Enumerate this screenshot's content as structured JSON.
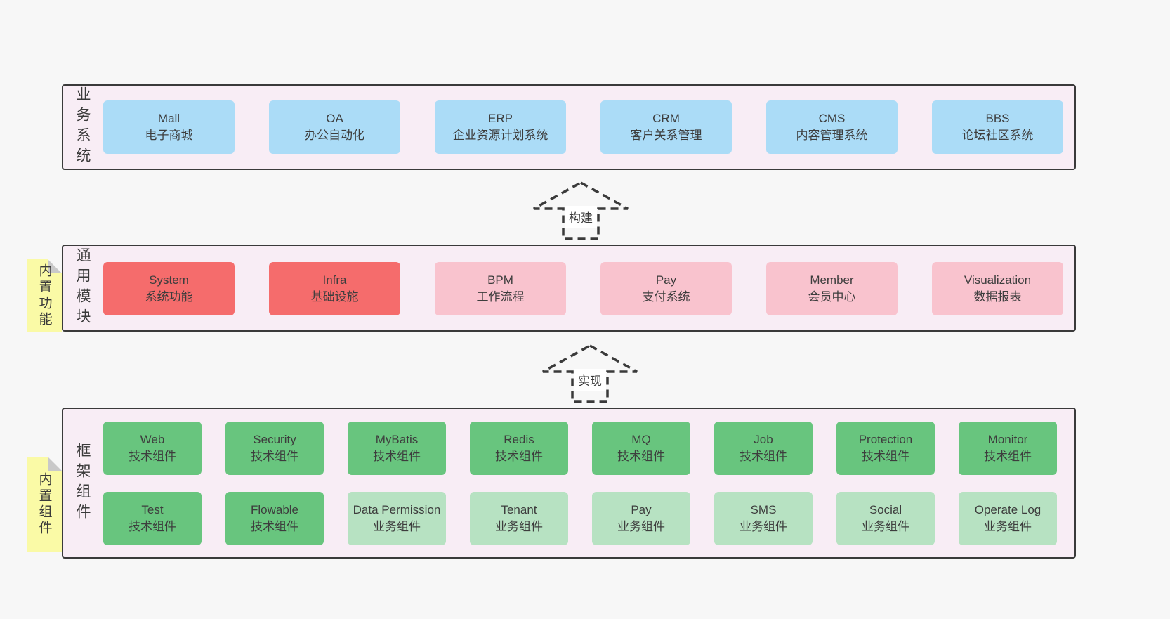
{
  "colors": {
    "page_bg": "#f7f7f7",
    "panel_bg": "#f8edf5",
    "panel_border": "#3a3a3a",
    "blue_box": "#abdcf7",
    "red_box": "#f56c6c",
    "pink_box": "#f9c3ce",
    "green_box": "#68c57e",
    "lightgreen_box": "#b7e2c2",
    "sticky_yellow": "#fafaa6",
    "sticky_fold": "#c9c9c9",
    "text": "#3d3d3d"
  },
  "arrows": [
    {
      "label": "构建"
    },
    {
      "label": "实现"
    }
  ],
  "sections": {
    "business": {
      "label": "业务系统",
      "boxes": [
        {
          "title": "Mall",
          "subtitle": "电子商城",
          "variant": "blue"
        },
        {
          "title": "OA",
          "subtitle": "办公自动化",
          "variant": "blue"
        },
        {
          "title": "ERP",
          "subtitle": "企业资源计划系统",
          "variant": "blue"
        },
        {
          "title": "CRM",
          "subtitle": "客户关系管理",
          "variant": "blue"
        },
        {
          "title": "CMS",
          "subtitle": "内容管理系统",
          "variant": "blue"
        },
        {
          "title": "BBS",
          "subtitle": "论坛社区系统",
          "variant": "blue"
        }
      ]
    },
    "modules": {
      "label": "通用模块",
      "sticky": "内置功能",
      "boxes": [
        {
          "title": "System",
          "subtitle": "系统功能",
          "variant": "red"
        },
        {
          "title": "Infra",
          "subtitle": "基础设施",
          "variant": "red"
        },
        {
          "title": "BPM",
          "subtitle": "工作流程",
          "variant": "pink"
        },
        {
          "title": "Pay",
          "subtitle": "支付系统",
          "variant": "pink"
        },
        {
          "title": "Member",
          "subtitle": "会员中心",
          "variant": "pink"
        },
        {
          "title": "Visualization",
          "subtitle": "数据报表",
          "variant": "pink"
        }
      ]
    },
    "framework": {
      "label": "框架组件",
      "sticky": "内置组件",
      "rows": [
        [
          {
            "title": "Web",
            "subtitle": "技术组件",
            "variant": "green"
          },
          {
            "title": "Security",
            "subtitle": "技术组件",
            "variant": "green"
          },
          {
            "title": "MyBatis",
            "subtitle": "技术组件",
            "variant": "green"
          },
          {
            "title": "Redis",
            "subtitle": "技术组件",
            "variant": "green"
          },
          {
            "title": "MQ",
            "subtitle": "技术组件",
            "variant": "green"
          },
          {
            "title": "Job",
            "subtitle": "技术组件",
            "variant": "green"
          },
          {
            "title": "Protection",
            "subtitle": "技术组件",
            "variant": "green"
          },
          {
            "title": "Monitor",
            "subtitle": "技术组件",
            "variant": "green"
          }
        ],
        [
          {
            "title": "Test",
            "subtitle": "技术组件",
            "variant": "green"
          },
          {
            "title": "Flowable",
            "subtitle": "技术组件",
            "variant": "green"
          },
          {
            "title": "Data Permission",
            "subtitle": "业务组件",
            "variant": "lightgreen"
          },
          {
            "title": "Tenant",
            "subtitle": "业务组件",
            "variant": "lightgreen"
          },
          {
            "title": "Pay",
            "subtitle": "业务组件",
            "variant": "lightgreen"
          },
          {
            "title": "SMS",
            "subtitle": "业务组件",
            "variant": "lightgreen"
          },
          {
            "title": "Social",
            "subtitle": "业务组件",
            "variant": "lightgreen"
          },
          {
            "title": "Operate Log",
            "subtitle": "业务组件",
            "variant": "lightgreen"
          }
        ]
      ]
    }
  }
}
